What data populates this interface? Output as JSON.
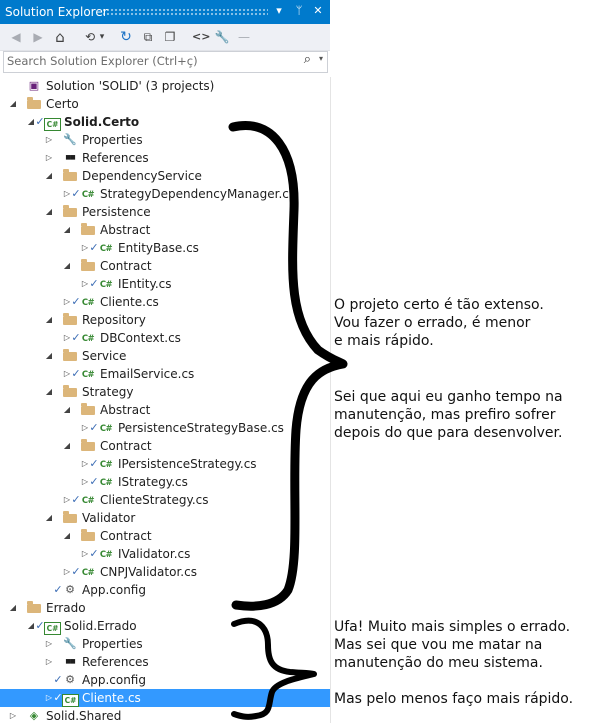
{
  "window": {
    "title": "Solution Explorer",
    "pin_glyph": "▾",
    "auto_hide_glyph": "ᛘ",
    "close_glyph": "✕"
  },
  "toolbar": {
    "back_glyph": "◀",
    "forward_glyph": "▶",
    "home_glyph": "⌂",
    "history_glyph": "⟲",
    "history_drop_glyph": "▾",
    "refresh_glyph": "↻",
    "collapse_glyph": "⧉",
    "copy_glyph": "❐",
    "code_glyph": "<>",
    "properties_glyph": "🔧",
    "preview_glyph": "—"
  },
  "search": {
    "placeholder": "Search Solution Explorer (Ctrl+ç)",
    "search_glyph": "⌕",
    "drop_glyph": "▾"
  },
  "tree": [
    {
      "level": 0,
      "expander": "",
      "check": false,
      "icon": "solution",
      "icon_text": "▣",
      "label": "Solution 'SOLID' (3 projects)",
      "bold": false
    },
    {
      "level": 0,
      "expander": "◢",
      "check": false,
      "icon": "folder",
      "label": "Certo",
      "bold": false
    },
    {
      "level": 1,
      "expander": "◢",
      "check": true,
      "icon": "csproj",
      "icon_text": "C#",
      "label": "Solid.Certo",
      "bold": true
    },
    {
      "level": 2,
      "expander": "▷",
      "check": false,
      "icon": "wrench",
      "icon_text": "🔧",
      "label": "Properties",
      "bold": false
    },
    {
      "level": 2,
      "expander": "▷",
      "check": false,
      "icon": "references",
      "icon_text": "■■",
      "label": "References",
      "bold": false
    },
    {
      "level": 2,
      "expander": "◢",
      "check": false,
      "icon": "folder",
      "label": "DependencyService",
      "bold": false
    },
    {
      "level": 3,
      "expander": "▷",
      "check": true,
      "icon": "cs",
      "icon_text": "C#",
      "label": "StrategyDependencyManager.cs",
      "bold": false
    },
    {
      "level": 2,
      "expander": "◢",
      "check": false,
      "icon": "folder",
      "label": "Persistence",
      "bold": false
    },
    {
      "level": 3,
      "expander": "◢",
      "check": false,
      "icon": "folder",
      "label": "Abstract",
      "bold": false
    },
    {
      "level": 4,
      "expander": "▷",
      "check": true,
      "icon": "cs",
      "icon_text": "C#",
      "label": "EntityBase.cs",
      "bold": false
    },
    {
      "level": 3,
      "expander": "◢",
      "check": false,
      "icon": "folder",
      "label": "Contract",
      "bold": false
    },
    {
      "level": 4,
      "expander": "▷",
      "check": true,
      "icon": "cs",
      "icon_text": "C#",
      "label": "IEntity.cs",
      "bold": false
    },
    {
      "level": 3,
      "expander": "▷",
      "check": true,
      "icon": "cs",
      "icon_text": "C#",
      "label": "Cliente.cs",
      "bold": false
    },
    {
      "level": 2,
      "expander": "◢",
      "check": false,
      "icon": "folder",
      "label": "Repository",
      "bold": false
    },
    {
      "level": 3,
      "expander": "▷",
      "check": true,
      "icon": "cs",
      "icon_text": "C#",
      "label": "DBContext.cs",
      "bold": false
    },
    {
      "level": 2,
      "expander": "◢",
      "check": false,
      "icon": "folder",
      "label": "Service",
      "bold": false
    },
    {
      "level": 3,
      "expander": "▷",
      "check": true,
      "icon": "cs",
      "icon_text": "C#",
      "label": "EmailService.cs",
      "bold": false
    },
    {
      "level": 2,
      "expander": "◢",
      "check": false,
      "icon": "folder",
      "label": "Strategy",
      "bold": false
    },
    {
      "level": 3,
      "expander": "◢",
      "check": false,
      "icon": "folder",
      "label": "Abstract",
      "bold": false
    },
    {
      "level": 4,
      "expander": "▷",
      "check": true,
      "icon": "cs",
      "icon_text": "C#",
      "label": "PersistenceStrategyBase.cs",
      "bold": false
    },
    {
      "level": 3,
      "expander": "◢",
      "check": false,
      "icon": "folder",
      "label": "Contract",
      "bold": false
    },
    {
      "level": 4,
      "expander": "▷",
      "check": true,
      "icon": "cs",
      "icon_text": "C#",
      "label": "IPersistenceStrategy.cs",
      "bold": false
    },
    {
      "level": 4,
      "expander": "▷",
      "check": true,
      "icon": "cs",
      "icon_text": "C#",
      "label": "IStrategy.cs",
      "bold": false
    },
    {
      "level": 3,
      "expander": "▷",
      "check": true,
      "icon": "cs",
      "icon_text": "C#",
      "label": "ClienteStrategy.cs",
      "bold": false
    },
    {
      "level": 2,
      "expander": "◢",
      "check": false,
      "icon": "folder",
      "label": "Validator",
      "bold": false
    },
    {
      "level": 3,
      "expander": "◢",
      "check": false,
      "icon": "folder",
      "label": "Contract",
      "bold": false
    },
    {
      "level": 4,
      "expander": "▷",
      "check": true,
      "icon": "cs",
      "icon_text": "C#",
      "label": "IValidator.cs",
      "bold": false
    },
    {
      "level": 3,
      "expander": "▷",
      "check": true,
      "icon": "cs",
      "icon_text": "C#",
      "label": "CNPJValidator.cs",
      "bold": false
    },
    {
      "level": 2,
      "expander": "",
      "check": true,
      "icon": "config",
      "icon_text": "⚙",
      "label": "App.config",
      "bold": false
    },
    {
      "level": 0,
      "expander": "◢",
      "check": false,
      "icon": "folder",
      "label": "Errado",
      "bold": false
    },
    {
      "level": 1,
      "expander": "◢",
      "check": true,
      "icon": "csproj",
      "icon_text": "C#",
      "label": "Solid.Errado",
      "bold": false
    },
    {
      "level": 2,
      "expander": "▷",
      "check": false,
      "icon": "wrench",
      "icon_text": "🔧",
      "label": "Properties",
      "bold": false
    },
    {
      "level": 2,
      "expander": "▷",
      "check": false,
      "icon": "references",
      "icon_text": "■■",
      "label": "References",
      "bold": false
    },
    {
      "level": 2,
      "expander": "",
      "check": true,
      "icon": "config",
      "icon_text": "⚙",
      "label": "App.config",
      "bold": false
    },
    {
      "level": 2,
      "expander": "▷",
      "check": true,
      "icon": "csproj",
      "icon_text": "C#",
      "label": "Cliente.cs",
      "bold": false,
      "selected": true
    },
    {
      "level": 0,
      "expander": "▷",
      "check": false,
      "icon": "shared",
      "icon_text": "◈",
      "label": "Solid.Shared",
      "bold": false
    }
  ],
  "annotations": {
    "note1": [
      "O projeto certo é tão extenso.",
      "Vou fazer o errado, é menor",
      "e mais rápido."
    ],
    "note2": [
      "Sei que aqui eu ganho tempo na",
      "manutenção, mas prefiro sofrer",
      "depois do que para desenvolver."
    ],
    "note3": [
      "Ufa! Muito mais simples o errado.",
      "Mas sei que vou me matar na",
      "manutenção do meu sistema."
    ],
    "note4": [
      "Mas pelo menos faço mais rápido."
    ]
  },
  "colors": {
    "titlebar": "#007acc",
    "selection": "#3399ff",
    "folder": "#dcb67a",
    "csharp": "#368832",
    "check": "#3c6db5"
  }
}
